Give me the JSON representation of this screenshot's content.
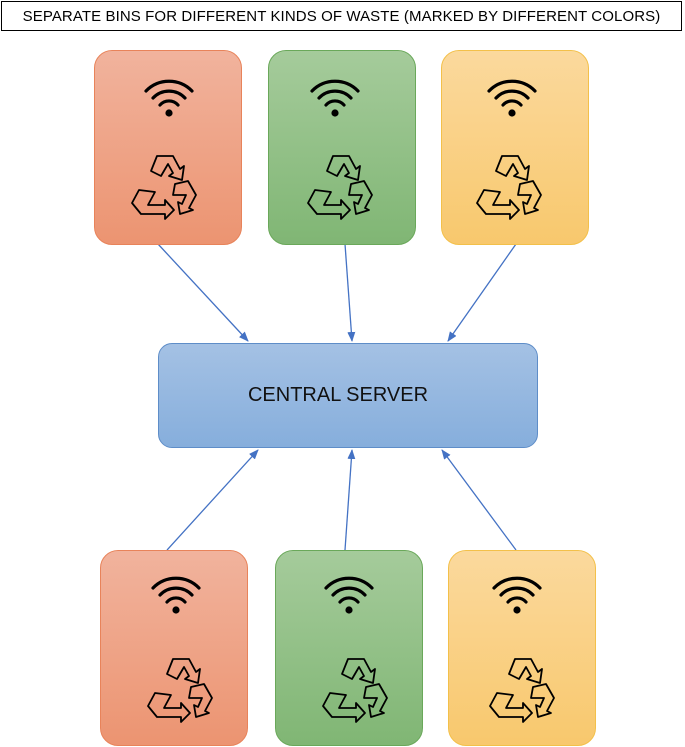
{
  "title": "SEPARATE BINS FOR DIFFERENT KINDS OF WASTE (MARKED BY DIFFERENT COLORS)",
  "server": {
    "label": "CENTRAL SERVER"
  },
  "bins": [
    {
      "row": "top",
      "color": "red"
    },
    {
      "row": "top",
      "color": "green"
    },
    {
      "row": "top",
      "color": "yellow"
    },
    {
      "row": "bottom",
      "color": "red"
    },
    {
      "row": "bottom",
      "color": "green"
    },
    {
      "row": "bottom",
      "color": "yellow"
    }
  ],
  "icons": {
    "signal": "wifi-icon",
    "bin": "recycle-icon"
  },
  "colors": {
    "red": "#ec9471",
    "green": "#80b674",
    "yellow": "#f8c86d",
    "server": "#86aedc",
    "arrow": "#4472c4"
  }
}
